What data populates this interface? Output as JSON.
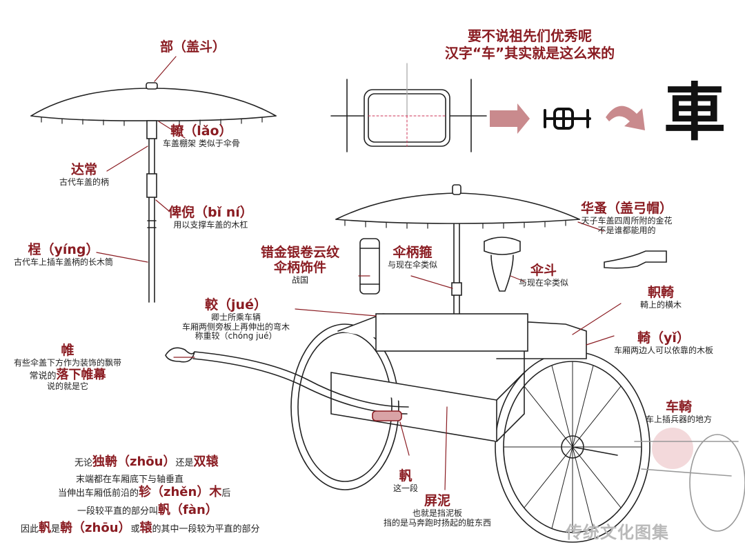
{
  "title_lines": [
    "要不说祖先们优秀呢",
    "汉字“车”其实就是这么来的"
  ],
  "glyph": "車",
  "labels": {
    "bu": {
      "title": "部（盖斗）"
    },
    "lao": {
      "title": "轑（lǎo）",
      "sub": "车盖棚架 类似于伞骨"
    },
    "dachang": {
      "title": "达常",
      "sub": "古代车盖的柄"
    },
    "bini": {
      "title": "俾倪（bǐ ní）",
      "sub": "用以支撑车盖的木杠"
    },
    "ying": {
      "title": "桯（yíng）",
      "sub": "古代车上插车盖柄的长木筒"
    },
    "cuojin": {
      "title1": "错金银卷云纹",
      "title2": "伞柄饰件",
      "sub": "战国"
    },
    "sanbingge": {
      "title": "伞柄箍",
      "sub": "与现在伞类似"
    },
    "sandou": {
      "title": "伞斗",
      "sub": "与现在伞类似"
    },
    "huazao": {
      "title": "华蚤（盖弓帽）",
      "sub1": "天子车盖四周所附的金花",
      "sub2": "不是谁都能用的"
    },
    "zhiyi": {
      "title": "軹輢",
      "sub": "輢上的横木"
    },
    "jue": {
      "title": "較（jué）",
      "sub1": "卿士所乘车辆",
      "sub2": "车厢两侧旁板上再伸出的弯木",
      "sub3": "称重较（chóng jué）"
    },
    "yi": {
      "title": "輢（yǐ）",
      "sub": "车厢两边人可以依靠的木板"
    },
    "wei": {
      "title": "帷",
      "sub1": "有些伞盖下方作为装饰的飘带",
      "sub2a": "常说的",
      "sub2b": "落下帷幕",
      "sub3": "说的就是它"
    },
    "cheyi": {
      "title": "车輢",
      "sub": "车上插兵器的地方"
    },
    "fan": {
      "title": "軓",
      "sub": "这一段"
    },
    "pingni": {
      "title": "屏泥",
      "sub1": "也就是挡泥板",
      "sub2": "挡的是马奔跑时扬起的脏东西"
    }
  },
  "bottom_text": {
    "l1": [
      "无论",
      "独輈（zhōu）",
      "还是",
      "双辕"
    ],
    "l2": "末端都在车厢底下与轴垂直",
    "l3": [
      "当伸出车厢低前沿的",
      "轸（zhěn）木",
      "后"
    ],
    "l4": [
      "一段较平直的部分叫",
      "軓（fàn）"
    ],
    "l5": [
      "因此",
      "軓",
      "是",
      "輈（zhōu）",
      "或",
      "辕",
      "的其中一段较为平直的部分"
    ]
  },
  "watermark": "传统文化图集"
}
